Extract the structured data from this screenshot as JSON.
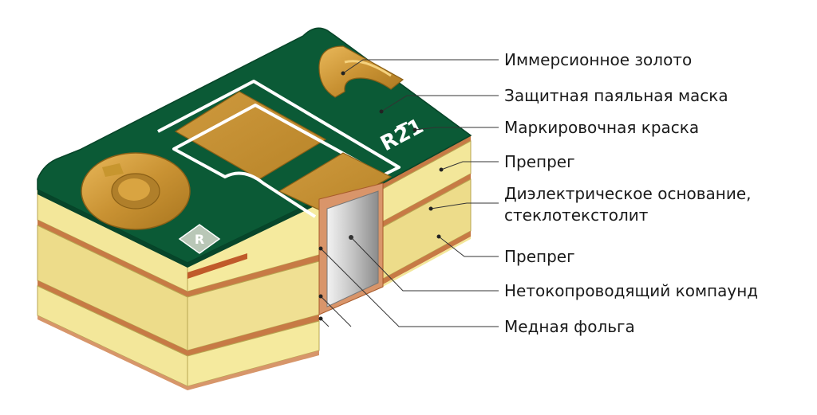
{
  "diagram": {
    "labels": {
      "immersion_gold": "Иммерсионное золото",
      "solder_mask": "Защитная паяльная маска",
      "marking_paint": "Маркировочная краска",
      "prepreg_top": "Препрег",
      "dielectric_line1": "Диэлектрическое основание,",
      "dielectric_line2": "стеклотекстолит",
      "prepreg_bottom": "Препрег",
      "compound": "Нетокопроводящий компаунд",
      "copper_foil": "Медная фольга"
    },
    "board_marking": "R21",
    "diamond_marking": "R"
  },
  "colors": {
    "solder_mask": "#0b5a36",
    "solder_mask_dark": "#07452a",
    "gold": "#d9a441",
    "prepreg": "#f3e79a",
    "dielectric": "#e8d883",
    "copper": "#c77a45",
    "compound": "#c9c9c9"
  }
}
